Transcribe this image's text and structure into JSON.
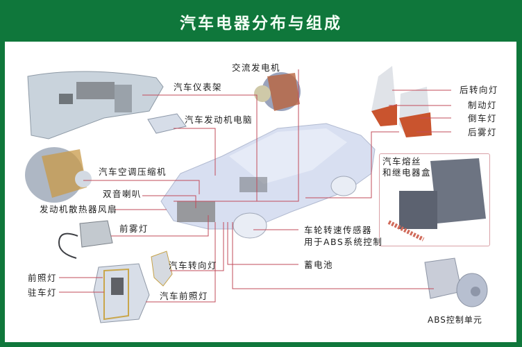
{
  "title": "汽车电器分布与组成",
  "colors": {
    "frame_green": "#0f773b",
    "panel_white": "#ffffff",
    "leader_line": "#c24b5a",
    "label_text": "#1c1c1c"
  },
  "labels": {
    "alternator": "交流发电机",
    "instrument_panel": "汽车仪表架",
    "engine_ecu": "汽车发动机电脑",
    "ac_compressor": "汽车空调压缩机",
    "dual_horn": "双音喇叭",
    "radiator_fan": "发动机散热器风扇",
    "front_fog_lamp": "前雾灯",
    "turn_signal": "汽车转向灯",
    "headlamp_assembly": "汽车前照灯",
    "headlight": "前照灯",
    "parking_light": "驻车灯",
    "rear_turn_signal": "后转向灯",
    "brake_light": "制动灯",
    "reverse_light": "倒车灯",
    "rear_fog_light": "后雾灯",
    "fuse_box_line1": "汽车熔丝",
    "fuse_box_line2": "和继电器盒",
    "wheel_speed_sensor_line1": "车轮转速传感器",
    "wheel_speed_sensor_line2": "用于ABS系统控制",
    "battery": "蓄电池",
    "abs_unit": "ABS控制单元"
  }
}
